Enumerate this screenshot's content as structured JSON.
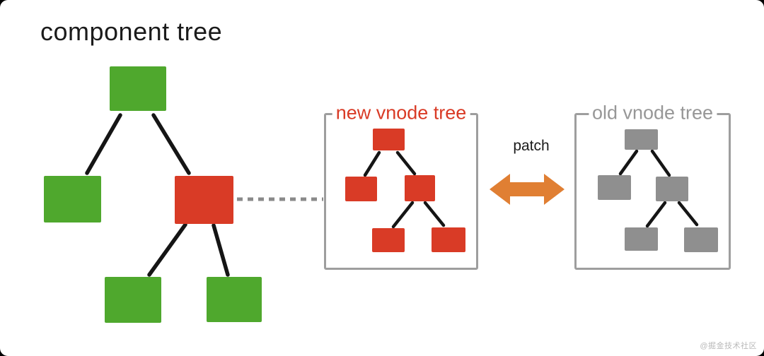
{
  "title": "component tree",
  "panels": {
    "new_vnode": {
      "label": "new vnode tree",
      "label_color": "#d93b26"
    },
    "old_vnode": {
      "label": "old vnode tree",
      "label_color": "#979797"
    }
  },
  "arrow": {
    "label": "patch",
    "color": "#e07f33",
    "direction": "bidirectional"
  },
  "watermark": "@掘金技术社区",
  "component_tree": {
    "root": {
      "color": "green",
      "children": [
        {
          "color": "green"
        },
        {
          "color": "red",
          "linked_to": "new vnode tree",
          "children": [
            {
              "color": "green"
            },
            {
              "color": "green"
            }
          ]
        }
      ]
    }
  },
  "new_vnode_tree": {
    "root": {
      "color": "red",
      "children": [
        {
          "color": "red"
        },
        {
          "color": "red",
          "children": [
            {
              "color": "red"
            },
            {
              "color": "red"
            }
          ]
        }
      ]
    }
  },
  "old_vnode_tree": {
    "root": {
      "color": "gray",
      "children": [
        {
          "color": "gray"
        },
        {
          "color": "gray",
          "children": [
            {
              "color": "gray"
            },
            {
              "color": "gray"
            }
          ]
        }
      ]
    }
  },
  "colors": {
    "green": "#4fa82d",
    "red": "#d93b26",
    "gray-node": "#8f8f8f",
    "panel-border": "#9e9e9e",
    "label-gray": "#979797",
    "orange": "#e07f33",
    "line": "#151515",
    "dash": "#8a8a8a",
    "text": "#1b1b1b",
    "watermark": "#b9b9b9"
  }
}
